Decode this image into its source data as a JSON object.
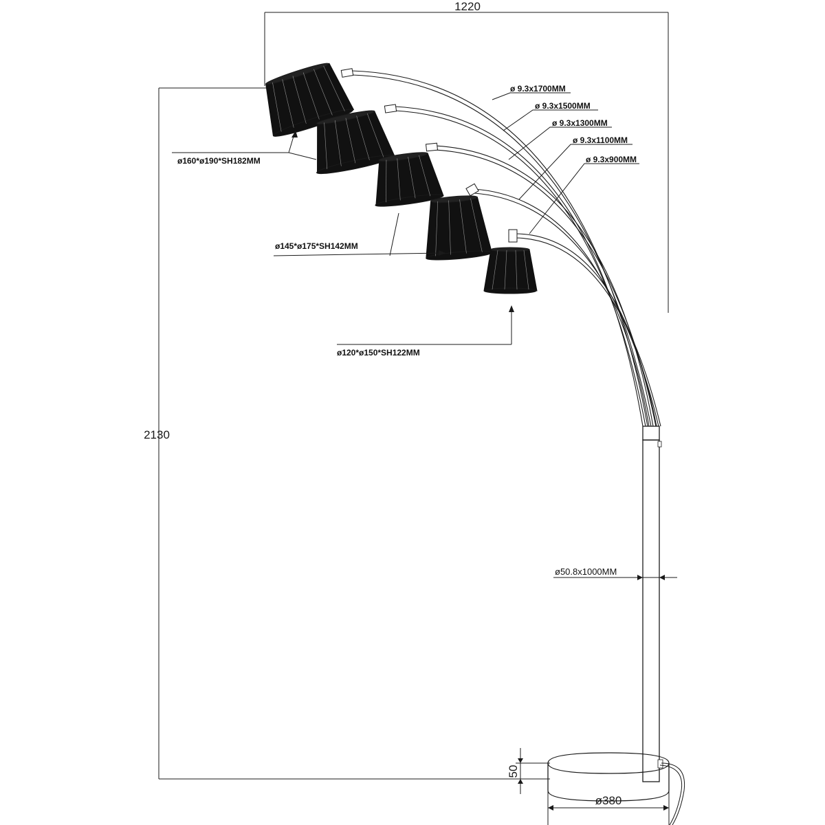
{
  "dimensions": {
    "width": "1220",
    "height": "2130",
    "base_thickness": "50",
    "base_diameter": "ø380"
  },
  "arms": [
    {
      "label": "ø 9.3x1700MM"
    },
    {
      "label": "ø 9.3x1500MM"
    },
    {
      "label": "ø 9.3x1300MM"
    },
    {
      "label": "ø 9.3x1100MM"
    },
    {
      "label": "ø 9.3x900MM"
    }
  ],
  "shades": [
    {
      "label": "ø160*ø190*SH182MM"
    },
    {
      "label": "ø145*ø175*SH142MM"
    },
    {
      "label": "ø120*ø150*SH122MM"
    }
  ],
  "pole": {
    "label": "ø50.8x1000MM"
  },
  "colors": {
    "ink": "#1a1a1a",
    "shade": "#111111",
    "background": "#ffffff"
  }
}
